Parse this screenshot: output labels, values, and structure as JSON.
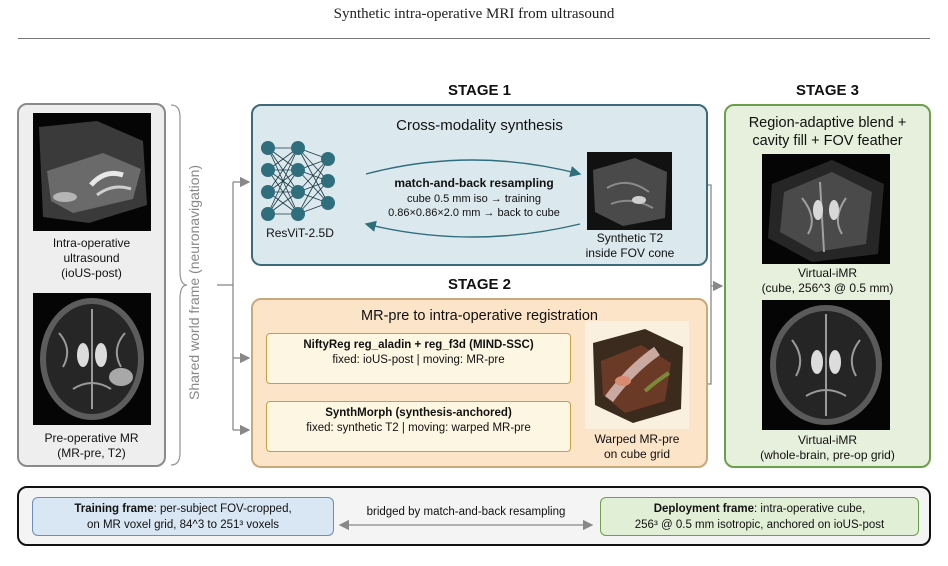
{
  "header": {
    "title": "Synthetic intra-operative MRI from ultrasound"
  },
  "left": {
    "us_label": [
      "Intra-operative",
      "ultrasound",
      "(ioUS-post)"
    ],
    "mr_label": [
      "Pre-operative MR",
      "(MR-pre, T2)"
    ]
  },
  "shared_frame_label": "Shared world frame (neuronavigation)",
  "stage1": {
    "label": "STAGE 1",
    "title": "Cross-modality synthesis",
    "network_label": "ResViT-2.5D",
    "resampling_title": "match-and-back resampling",
    "resampling_line1": "cube 0.5 mm iso → training",
    "resampling_line2": "0.86×0.86×2.0 mm → back to cube",
    "output_label": [
      "Synthetic T2",
      "inside FOV cone"
    ]
  },
  "stage2": {
    "label": "STAGE 2",
    "title": "MR-pre to intra-operative registration",
    "box1_title": "NiftyReg reg_aladin + reg_f3d (MIND-SSC)",
    "box1_sub": "fixed: ioUS-post | moving: MR-pre",
    "box2_title": "SynthMorph (synthesis-anchored)",
    "box2_sub": "fixed: synthetic T2 | moving: warped MR-pre",
    "output_label": [
      "Warped MR-pre",
      "on cube grid"
    ]
  },
  "stage3": {
    "label": "STAGE 3",
    "title": [
      "Region-adaptive blend +",
      "cavity fill + FOV feather"
    ],
    "out1_label": [
      "Virtual-iMR",
      "(cube, 256^3 @ 0.5 mm)"
    ],
    "out2_label": [
      "Virtual-iMR",
      "(whole-brain, pre-op grid)"
    ]
  },
  "bottom": {
    "training_bold": "Training frame",
    "training_rest1": ": per-subject FOV-cropped,",
    "training_rest2": "on MR voxel grid, 84^3 to 251³ voxels",
    "bridge": "bridged by match-and-back resampling",
    "deploy_bold": "Deployment frame",
    "deploy_rest1": ": intra-operative cube,",
    "deploy_rest2": "256³ @ 0.5 mm isotropic, anchored on ioUS-post"
  },
  "colors": {
    "stage1_fill": "#dbe8ed",
    "stage1_border": "#3b6b78",
    "stage2_fill": "#fbe4c8",
    "stage2_border": "#c9a87a",
    "stage3_fill": "#e6f0dc",
    "stage3_border": "#6aa04a",
    "network_node": "#2f6e7d"
  }
}
